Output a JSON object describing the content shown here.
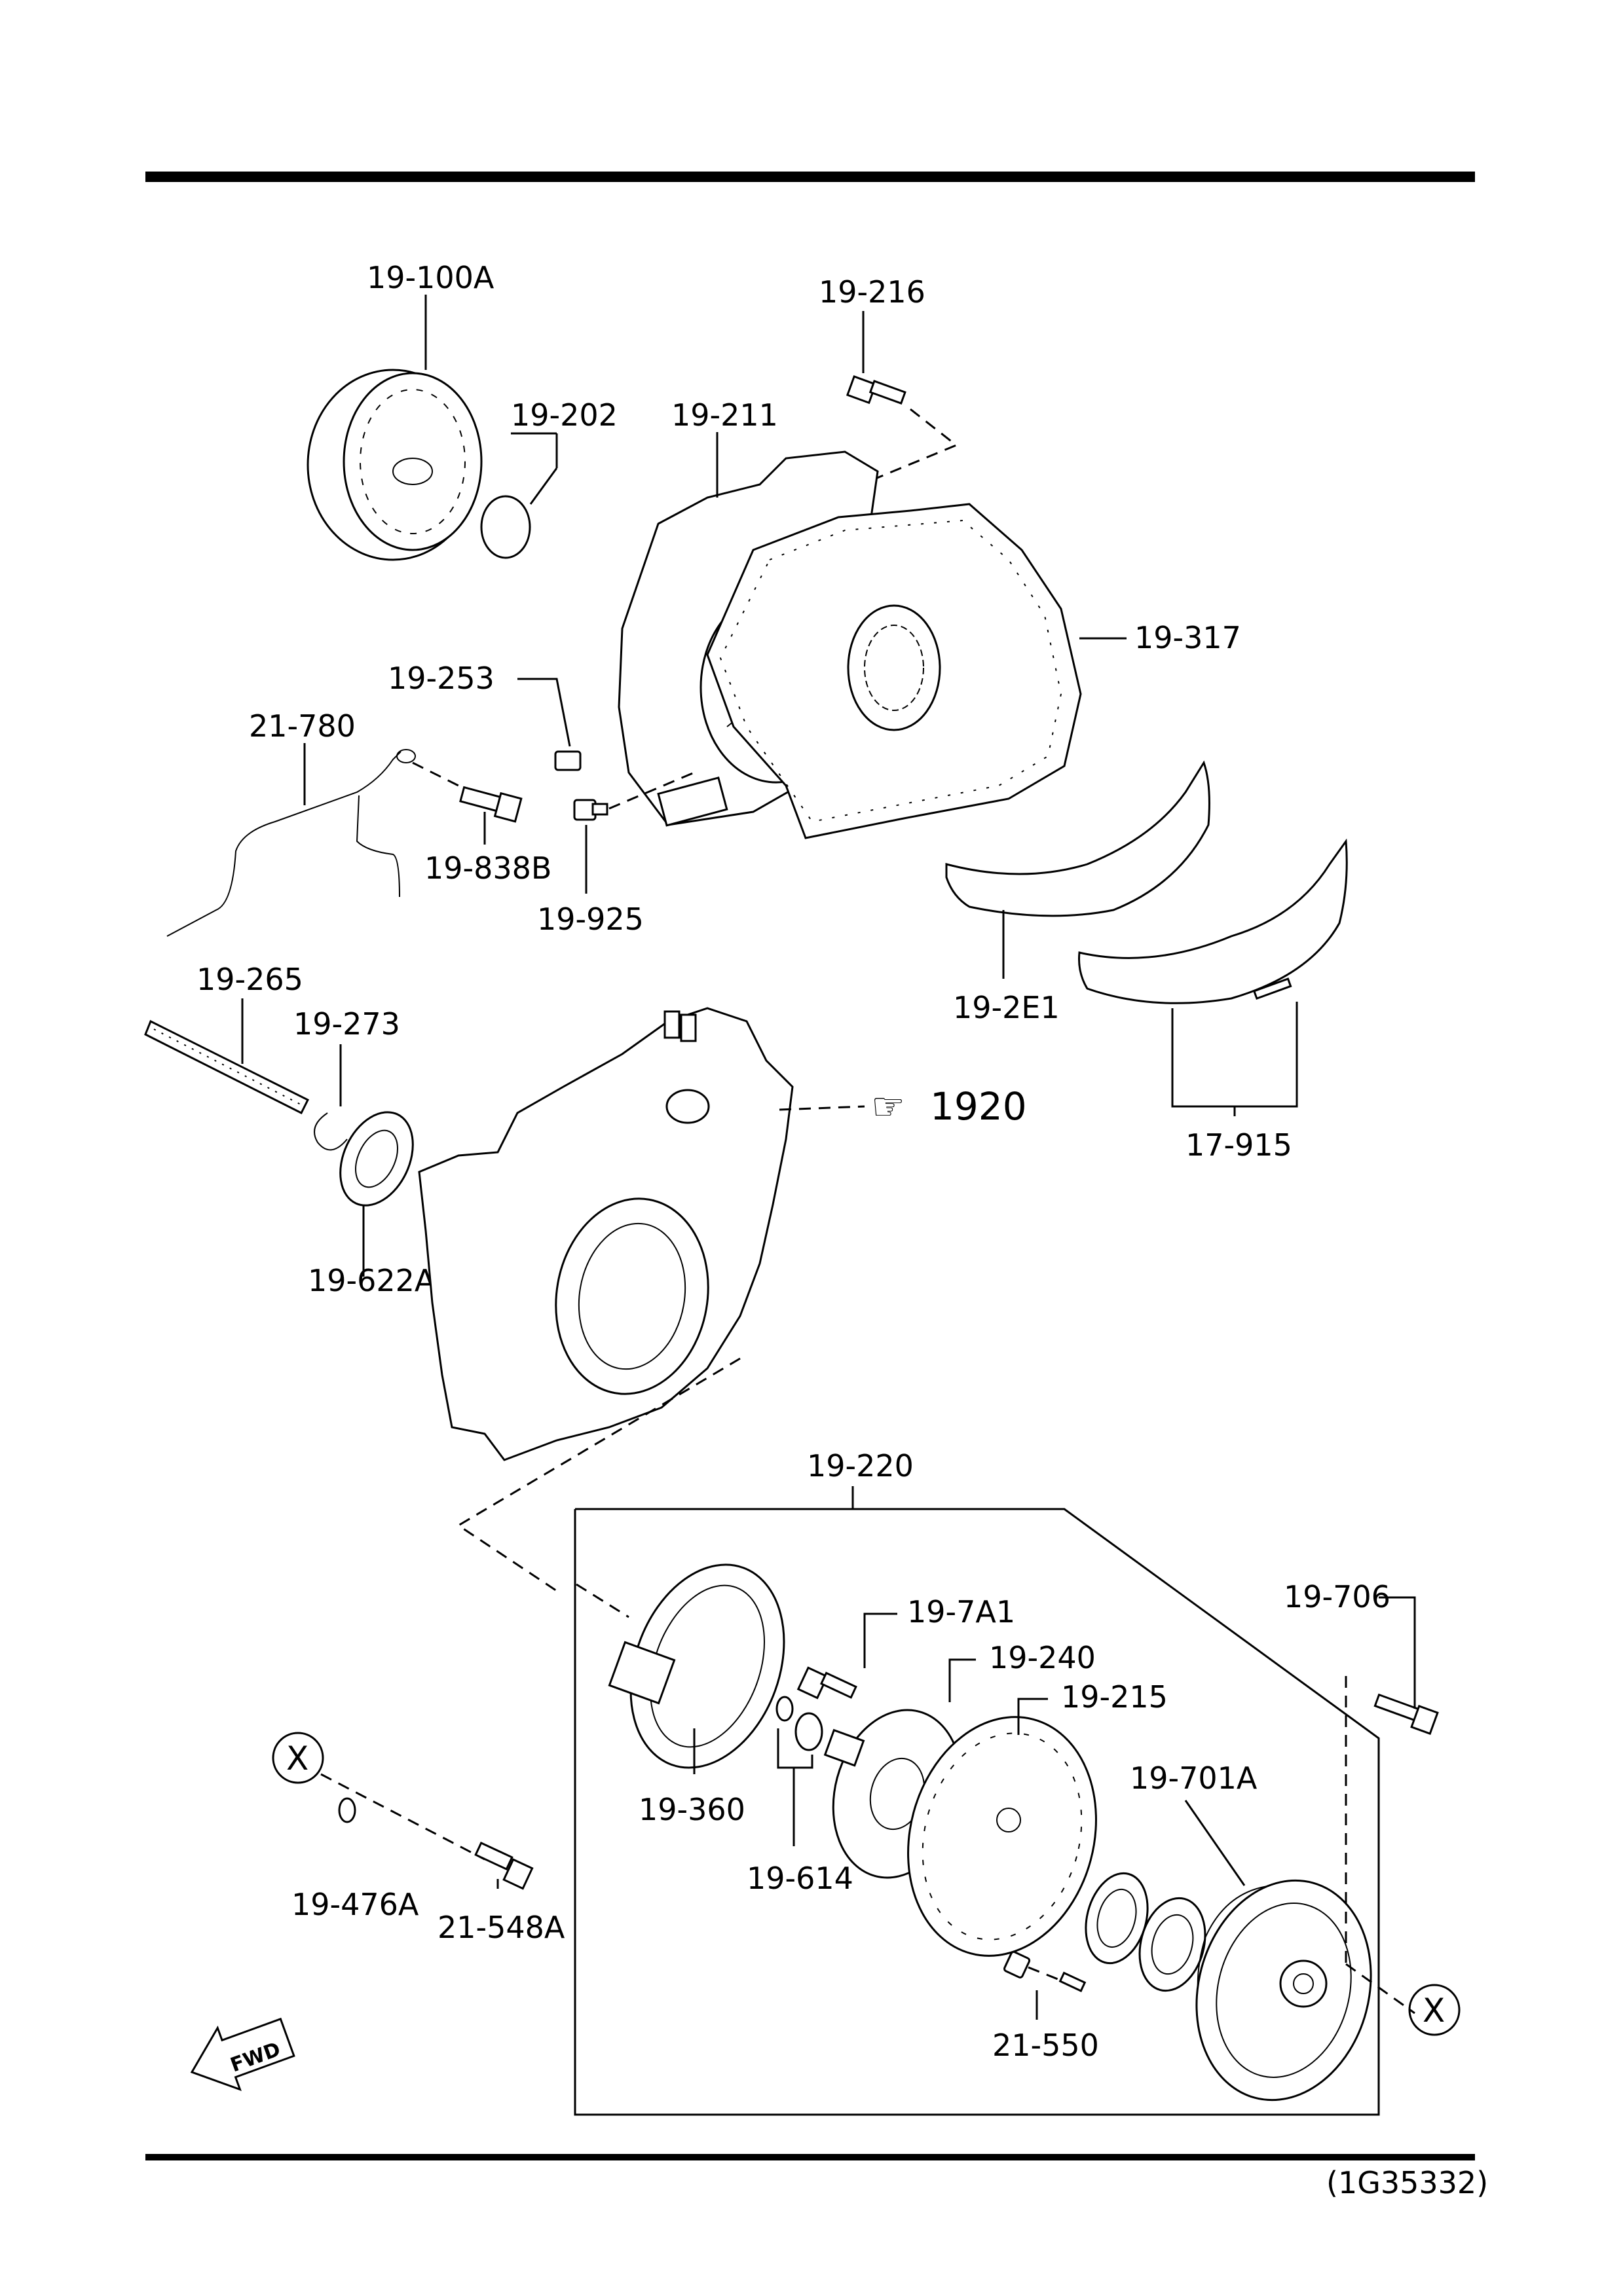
{
  "diagram_code": "(1G35332)",
  "fwd_label": "FWD",
  "reference": {
    "symbol": "☞",
    "number": "1920"
  },
  "x_marker": "X",
  "parts": {
    "p19_100A": "19-100A",
    "p19_216": "19-216",
    "p19_202": "19-202",
    "p19_211": "19-211",
    "p19_317": "19-317",
    "p19_253": "19-253",
    "p21_780": "21-780",
    "p19_838B": "19-838B",
    "p19_925": "19-925",
    "p19_2E1": "19-2E1",
    "p17_915": "17-915",
    "p19_265": "19-265",
    "p19_273": "19-273",
    "p19_622A": "19-622A",
    "p19_220": "19-220",
    "p19_7A1": "19-7A1",
    "p19_240": "19-240",
    "p19_215": "19-215",
    "p19_706": "19-706",
    "p19_701A": "19-701A",
    "p19_360": "19-360",
    "p19_614": "19-614",
    "p19_476A": "19-476A",
    "p21_548A": "21-548A",
    "p21_550": "21-550"
  }
}
